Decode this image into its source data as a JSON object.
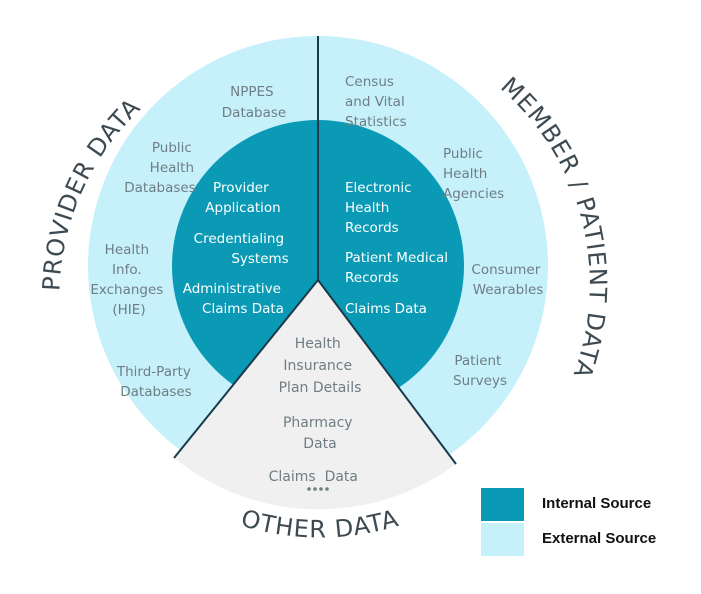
{
  "colors": {
    "internal": "#0a9ab5",
    "external": "#c6f1fb",
    "other": "#f0f0f0",
    "divider": "#1a3a4c",
    "label_text": "#6f7d84",
    "inner_text": "#ffffff",
    "title_text": "#3d4a52"
  },
  "sections": {
    "provider": {
      "title": "PROVIDER DATA",
      "external": [
        {
          "lines": [
            "NPPES",
            "Database"
          ]
        },
        {
          "lines": [
            "Public",
            "Health",
            "Databases"
          ]
        },
        {
          "lines": [
            "Health",
            "Info.",
            "Exchanges",
            "(HIE)"
          ]
        },
        {
          "lines": [
            "Third-Party",
            "Databases"
          ]
        }
      ],
      "internal": [
        {
          "lines": [
            "Provider",
            "Application"
          ]
        },
        {
          "lines": [
            "Credentialing",
            "Systems"
          ]
        },
        {
          "lines": [
            "Administrative",
            "Claims Data"
          ]
        }
      ]
    },
    "member": {
      "title": "MEMBER / PATIENT DATA",
      "external": [
        {
          "lines": [
            "Census",
            "and Vital",
            "Statistics"
          ]
        },
        {
          "lines": [
            "Public",
            "Health",
            "Agencies"
          ]
        },
        {
          "lines": [
            "Consumer",
            "Wearables"
          ]
        },
        {
          "lines": [
            "Patient",
            "Surveys"
          ]
        }
      ],
      "internal": [
        {
          "lines": [
            "Electronic",
            "Health",
            "Records"
          ]
        },
        {
          "lines": [
            "Patient Medical",
            "Records"
          ]
        },
        {
          "lines": [
            "Claims Data"
          ]
        }
      ]
    },
    "other": {
      "title": "OTHER DATA",
      "items": [
        {
          "lines": [
            "Health",
            "Insurance",
            "Plan Details"
          ]
        },
        {
          "lines": [
            "Pharmacy",
            "Data"
          ]
        },
        {
          "lines": [
            "Claims  Data"
          ]
        }
      ],
      "more_icon": "ellipsis-dots-icon"
    }
  },
  "legend": {
    "internal_label": "Internal Source",
    "external_label": "External Source"
  }
}
